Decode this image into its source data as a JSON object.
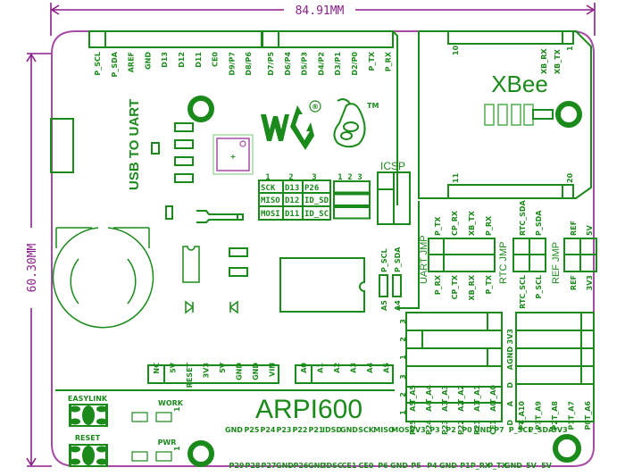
{
  "board": {
    "name": "ARPI600",
    "width_label": "84.91MM",
    "height_label": "60.30MM",
    "brand_mark": "®",
    "trademark": "TM",
    "usb_to_uart_label": "USB TO UART",
    "icsp_label": "ICSP",
    "xbee": {
      "title": "XBee",
      "pin_top_left": "10",
      "pin_top_right": "1",
      "pin_bottom_left": "11",
      "pin_bottom_right": "20",
      "pin_labels": [
        "XB_RX",
        "XB_TX"
      ]
    },
    "top_header_left": [
      "P_SCL",
      "P_SDA",
      "AREF",
      "GND",
      "D13",
      "D12",
      "D11",
      "CE0",
      "D9/P7",
      "D8/P6"
    ],
    "top_header_right": [
      "D7/P5",
      "D6/P4",
      "D5/P3",
      "D4/P2",
      "D3/P1",
      "D2/P0",
      "P_TX",
      "P_RX"
    ],
    "spi_table": {
      "cols": [
        "1",
        "2",
        "3"
      ],
      "rows": [
        [
          "SCK",
          "D13",
          "P26"
        ],
        [
          "MISO",
          "D12",
          "ID_SD"
        ],
        [
          "MOSI",
          "D11",
          "ID_SC"
        ]
      ],
      "jumper_cols": [
        "1",
        "2",
        "3"
      ]
    },
    "uart_jmp": {
      "title": "UART JMP",
      "top_labels": [
        "P_TX",
        "CP_RX",
        "XB_TX",
        "P_RX"
      ],
      "bottom_labels": [
        "P_RX",
        "CP_TX",
        "XB_RX",
        "P_TX"
      ]
    },
    "rtc_jmp": {
      "title": "RTC JMP",
      "top_labels": [
        "RTC_SDA",
        "P_SDA"
      ],
      "bottom_labels": [
        "RTC_SCL",
        "P_SCL"
      ]
    },
    "ref_jmp": {
      "title": "REF JMP",
      "top_labels": [
        "REF",
        "5V"
      ],
      "bottom_labels": [
        "REF",
        "3V3"
      ]
    },
    "i2c_jumper": {
      "top_labels": [
        "P_SCL",
        "P_SDA"
      ],
      "bottom_labels": [
        "A5",
        "A4"
      ]
    },
    "power_header": [
      "NC",
      "5V",
      "RESET",
      "3V3",
      "5V",
      "GND",
      "GND",
      "VIN"
    ],
    "analog_header": [
      "A0",
      "A1",
      "A2",
      "A3",
      "A4",
      "A5"
    ],
    "analog_jumper": {
      "row_numbers": [
        "3",
        "2",
        "1",
        "3",
        "2",
        "1"
      ],
      "t_labels": [
        "T_A5",
        "T_A4",
        "T_A3",
        "T_A2",
        "T_A1",
        "T_A0"
      ],
      "a_labels": [
        "A5",
        "A4",
        "A3",
        "A2",
        "A1",
        "A0"
      ],
      "p_labels": [
        "P25",
        "P24",
        "P23",
        "P22",
        "P21",
        "CE1"
      ]
    },
    "right_jumper": {
      "side_labels": [
        "3V3",
        "GND",
        "A",
        "D",
        "A",
        "D"
      ],
      "t_labels": [
        "T_A10",
        "T_A9",
        "T_A8",
        "T_A7",
        "T_A6"
      ],
      "p_labels": [
        "P4",
        "P3",
        "P2",
        "P1",
        "P0"
      ]
    },
    "pi_row_1": [
      "GND",
      "P25",
      "P24",
      "P23",
      "P22",
      "P21",
      "IDSD",
      "GND",
      "SCK",
      "MISO",
      "MOSI",
      "3V3",
      "P3",
      "P2",
      "P0",
      "GND",
      "P7",
      "P_SCL",
      "P_SDA",
      "3V3"
    ],
    "pi_row_2": [
      "P29",
      "P28",
      "P27",
      "GND",
      "P26",
      "GND",
      "IDSC",
      "CE1",
      "CE0",
      "P6",
      "GND",
      "P5",
      "P4",
      "GND",
      "P1",
      "P_RX",
      "P_TX",
      "GND",
      "5V",
      "5V"
    ],
    "buttons": {
      "easylink": "EASYLINK",
      "reset": "RESET"
    },
    "leds": {
      "work": "WORK",
      "pwr": "PWR",
      "pin_one": "1"
    }
  }
}
